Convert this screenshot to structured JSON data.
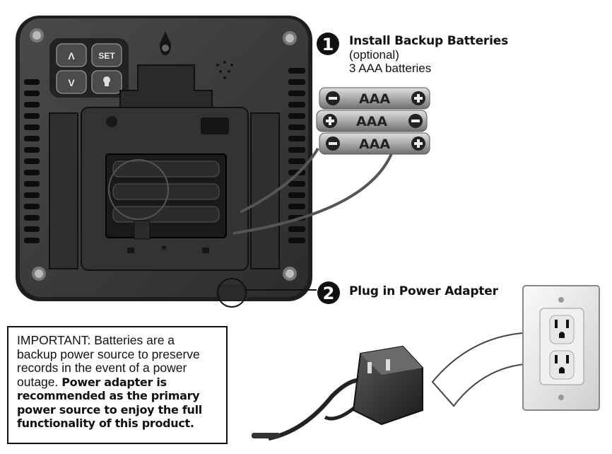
{
  "step1": {
    "number": "1",
    "title": "Install Backup Batteries",
    "line2": "(optional)",
    "line3": "3 AAA batteries"
  },
  "battery_label": "AAA",
  "step2": {
    "number": "2",
    "title": "Plug in Power Adapter"
  },
  "device_buttons": {
    "up": "Λ",
    "set": "SET",
    "down": "V"
  },
  "important_note": {
    "plain": "IMPORTANT: Batteries are a backup power source to preserve records in the event of a power outage. ",
    "bold": "Power adapter is recommended as the primary power source to enjoy the full functionality of this product."
  },
  "colors": {
    "device_body": "#3a3a3a",
    "device_edge": "#1c1c1c",
    "accent": "#111111",
    "battery": "#b5b5b5",
    "outlet": "#e6e6e6"
  },
  "icons": [
    "hanging-hole-icon",
    "speaker-icon",
    "light-bulb-icon",
    "curved-arrow-icon"
  ]
}
